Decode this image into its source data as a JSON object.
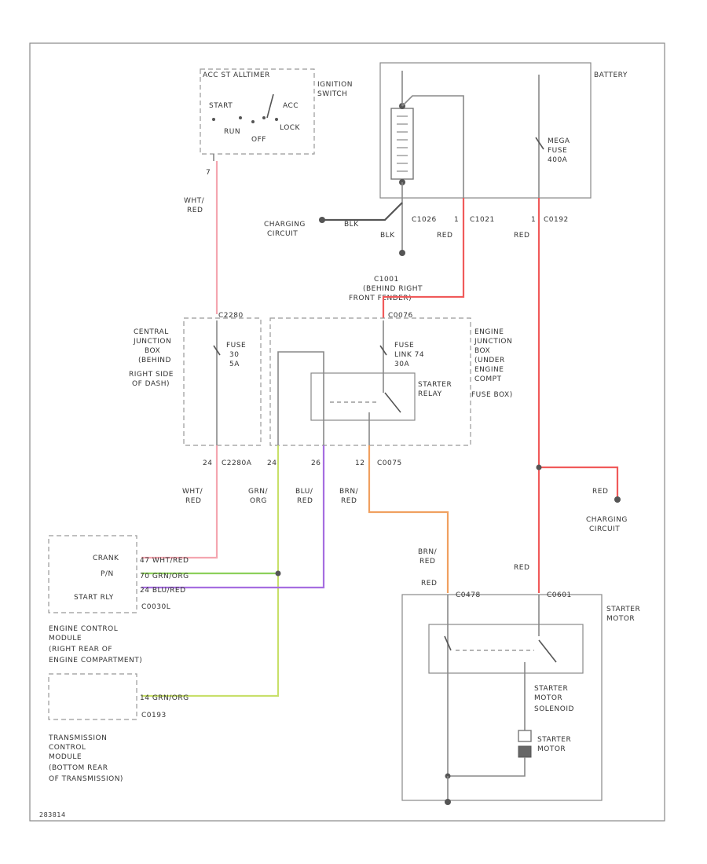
{
  "colors": {
    "pink": "#f4a6b0",
    "red": "#f05a5a",
    "green_yellow": "#c8e06a",
    "green": "#8cd05a",
    "purple": "#a66ee0",
    "orange": "#f0a060",
    "gray": "#888888"
  },
  "labels": {
    "ign_header": "ACC ST ALLTIMER",
    "ign_start": "START",
    "ign_acc": "ACC",
    "ign_run": "RUN",
    "ign_off": "OFF",
    "ign_lock": "LOCK",
    "ign_title_1": "IGNITION",
    "ign_title_2": "SWITCH",
    "pin_7": "7",
    "wht_red_1a": "WHT/",
    "wht_red_1b": "RED",
    "battery": "BATTERY",
    "mega_1": "MEGA",
    "mega_2": "FUSE",
    "mega_3": "400A",
    "charging_1a": "CHARGING",
    "charging_1b": "CIRCUIT",
    "blk_top": "BLK",
    "blk_bottom": "BLK",
    "c1026": "C1026",
    "c1021": "C1021",
    "c0192": "C0192",
    "pin_1a": "1",
    "pin_1b": "1",
    "red_a": "RED",
    "red_b": "RED",
    "c1001_1": "C1001",
    "c1001_2": "(BEHIND RIGHT",
    "c1001_3": "FRONT FENDER)",
    "c2280": "C2280",
    "c0076": "C0076",
    "cjb_1": "CENTRAL",
    "cjb_2": "JUNCTION",
    "cjb_3": "BOX",
    "cjb_4": "(BEHIND",
    "cjb_5": "RIGHT SIDE",
    "cjb_6": "OF DASH)",
    "fuse_1": "FUSE",
    "fuse_2": "30",
    "fuse_3": "5A",
    "fl_1": "FUSE",
    "fl_2": "LINK 74",
    "fl_3": "30A",
    "starter_relay_1": "STARTER",
    "starter_relay_2": "RELAY",
    "ejb_1": "ENGINE",
    "ejb_2": "JUNCTION",
    "ejb_3": "BOX",
    "ejb_4": "(UNDER",
    "ejb_5": "ENGINE",
    "ejb_6": "COMPT",
    "ejb_7": "FUSE BOX)",
    "pin_24a": "24",
    "c2280a": "C2280A",
    "pin_24b": "24",
    "pin_26": "26",
    "pin_12": "12",
    "c0075": "C0075",
    "wht_red_2a": "WHT/",
    "wht_red_2b": "RED",
    "grn_org_a": "GRN/",
    "grn_org_b": "ORG",
    "blu_red_a": "BLU/",
    "blu_red_b": "RED",
    "brn_red_a": "BRN/",
    "brn_red_b": "RED",
    "red_c": "RED",
    "charging_2a": "CHARGING",
    "charging_2b": "CIRCUIT",
    "brn_red_c1": "BRN/",
    "brn_red_c2": "RED",
    "red_d": "RED",
    "red_e": "RED",
    "ecm_crank": "CRANK",
    "ecm_pn": "P/N",
    "ecm_start": "START RLY",
    "ecm_wire1": "47  WHT/RED",
    "ecm_wire2": "70  GRN/ORG",
    "ecm_wire3": "24  BLU/RED",
    "c0030l": "C0030L",
    "ecm_1": "ENGINE CONTROL",
    "ecm_2": "MODULE",
    "ecm_3": "(RIGHT REAR OF",
    "ecm_4": "ENGINE COMPARTMENT)",
    "tcm_wire": "14  GRN/ORG",
    "c0193": "C0193",
    "tcm_1": "TRANSMISSION",
    "tcm_2": "CONTROL",
    "tcm_3": "MODULE",
    "tcm_4": "(BOTTOM REAR",
    "tcm_5": "OF TRANSMISSION)",
    "c0478": "C0478",
    "c0601": "C0601",
    "starter_motor_1": "STARTER",
    "starter_motor_2": "MOTOR",
    "sol_1": "STARTER",
    "sol_2": "MOTOR",
    "sol_3": "SOLENOID",
    "sm_1": "STARTER",
    "sm_2": "MOTOR",
    "figure_id": "283814"
  }
}
